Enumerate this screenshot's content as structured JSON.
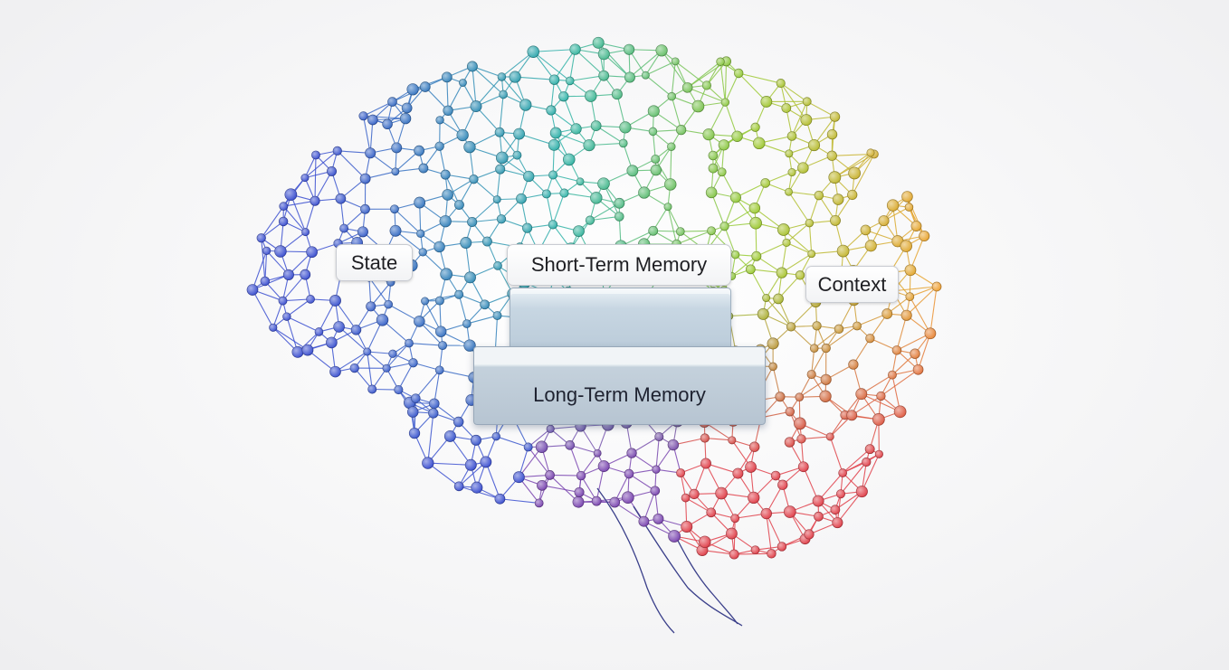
{
  "diagram": {
    "labels": {
      "state": "State",
      "short_term_memory": "Short-Term Memory",
      "context": "Context",
      "long_term_memory": "Long-Term Memory"
    },
    "palette": {
      "back": "#3b4fd0",
      "top": "#2fb3a8",
      "upper_front": "#9acb32",
      "front": "#f0a030",
      "lower_front": "#e0404a",
      "temporal": "#7a45b0"
    }
  }
}
